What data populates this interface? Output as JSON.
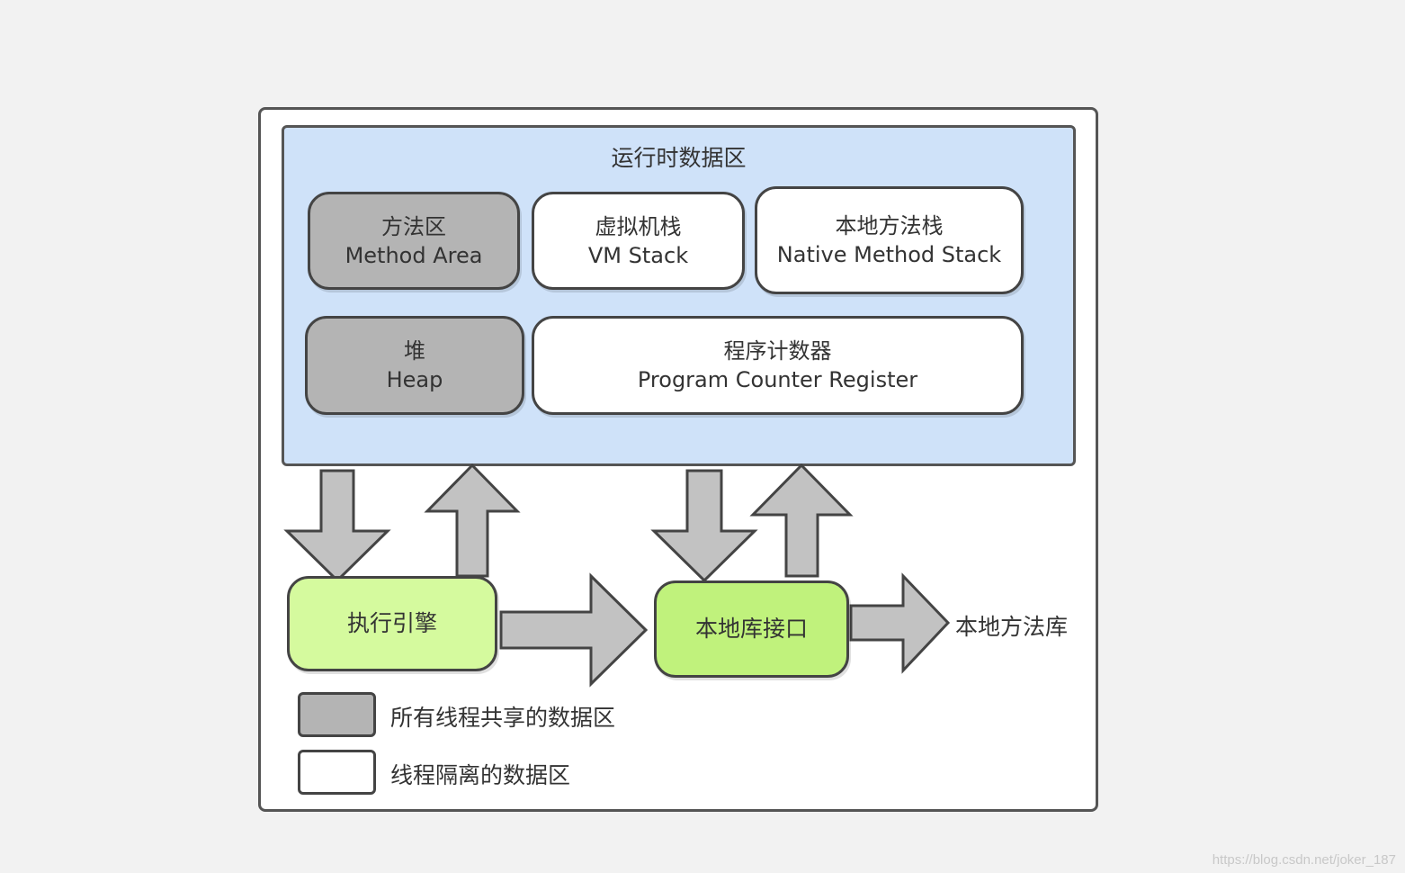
{
  "runtime_area": {
    "title": "运行时数据区"
  },
  "regions": {
    "method_area": {
      "zh": "方法区",
      "en": "Method Area"
    },
    "vm_stack": {
      "zh": "虚拟机栈",
      "en": "VM Stack"
    },
    "native_stack": {
      "zh": "本地方法栈",
      "en": "Native Method Stack"
    },
    "heap": {
      "zh": "堆",
      "en": "Heap"
    },
    "pc_register": {
      "zh": "程序计数器",
      "en": "Program Counter Register"
    }
  },
  "components": {
    "execution_engine": "执行引擎",
    "native_interface": "本地库接口",
    "native_library": "本地方法库"
  },
  "legend": {
    "shared": "所有线程共享的数据区",
    "isolated": "线程隔离的数据区"
  },
  "watermark": "https://blog.csdn.net/joker_187",
  "colors": {
    "shared_fill": "#b4b4b4",
    "isolated_fill": "#ffffff",
    "runtime_bg": "#cfe2f9",
    "engine_fill": "#d5fa9e",
    "interface_fill": "#c0f27c",
    "arrow_fill": "#c2c2c2"
  }
}
